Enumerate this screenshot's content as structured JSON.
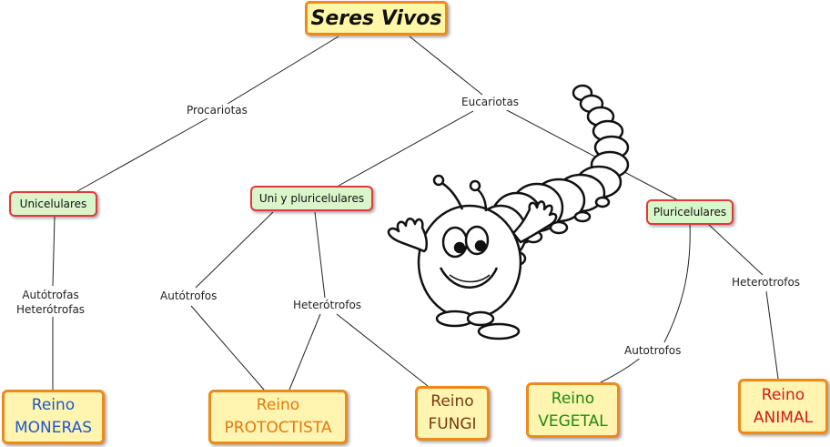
{
  "title": "Seres Vivos",
  "nodes": {
    "unicelulares": "Unicelulares",
    "uni_pluri": "Uni y pluricelulares",
    "pluricelulares": "Pluricelulares"
  },
  "kingdoms": {
    "moneras": {
      "word": "Reino",
      "name": "MONERAS",
      "color": "#1f57c9"
    },
    "protoctista": {
      "word": "Reino",
      "name": "PROTOCTISTA",
      "color": "#e07a10"
    },
    "fungi": {
      "word": "Reino",
      "name": "FUNGI",
      "color": "#7a3a10"
    },
    "vegetal": {
      "word": "Reino",
      "name": "VEGETAL",
      "color": "#1c8a12"
    },
    "animal": {
      "word": "Reino",
      "name": "ANIMAL",
      "color": "#d01a1a"
    }
  },
  "edge_labels": {
    "procariotas": "Procariotas",
    "eucariotas": "Eucariotas",
    "autotrofas": "Autótrofas",
    "heterotrofas": "Heterótrofas",
    "autotrofos_1": "Autótrofos",
    "heterotrofos_1": "Heterótrofos",
    "autotrofos_2": "Autotrofos",
    "heterotrofos_2": "Heterotrofos"
  },
  "colors": {
    "title_fill": "#fff7a8",
    "node_fill": "#d9f5c9",
    "node_border": "#e03a3a",
    "kingdom_fill": "#fff4b0",
    "kingdom_border": "#ee8a1a"
  },
  "illustration": "caterpillar-cartoon"
}
